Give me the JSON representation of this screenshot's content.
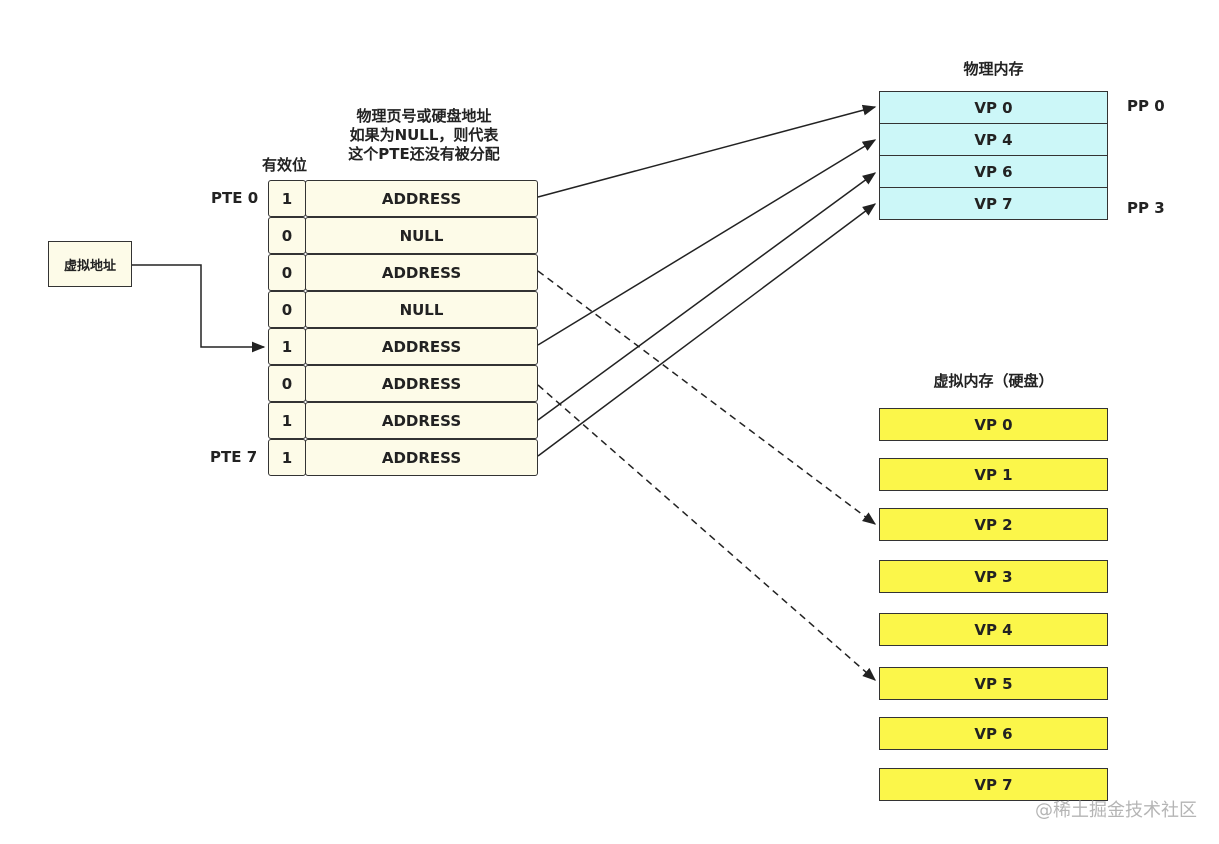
{
  "virtual_address_label": "虚拟地址",
  "valid_bit_header": "有效位",
  "address_header_lines": [
    "物理页号或硬盘地址",
    "如果为NULL，则代表",
    "这个PTE还没有被分配"
  ],
  "pte_labels": [
    "PTE 0",
    "PTE 7"
  ],
  "page_table": [
    {
      "valid": "1",
      "entry": "ADDRESS"
    },
    {
      "valid": "0",
      "entry": "NULL"
    },
    {
      "valid": "0",
      "entry": "ADDRESS"
    },
    {
      "valid": "0",
      "entry": "NULL"
    },
    {
      "valid": "1",
      "entry": "ADDRESS"
    },
    {
      "valid": "0",
      "entry": "ADDRESS"
    },
    {
      "valid": "1",
      "entry": "ADDRESS"
    },
    {
      "valid": "1",
      "entry": "ADDRESS"
    }
  ],
  "physical_memory": {
    "title": "物理内存",
    "pages": [
      "VP 0",
      "VP 4",
      "VP 6",
      "VP 7"
    ],
    "pp_labels": [
      "PP 0",
      "PP 3"
    ]
  },
  "virtual_memory": {
    "title": "虚拟内存（硬盘）",
    "pages": [
      "VP 0",
      "VP 1",
      "VP 2",
      "VP 3",
      "VP 4",
      "VP 5",
      "VP 6",
      "VP 7"
    ]
  },
  "watermark": "@稀土掘金技术社区",
  "colors": {
    "page_table_fill": "#fdfbe8",
    "physical_memory_fill": "#ccf7f8",
    "virtual_memory_fill": "#fbf64a",
    "stroke": "#333333"
  }
}
